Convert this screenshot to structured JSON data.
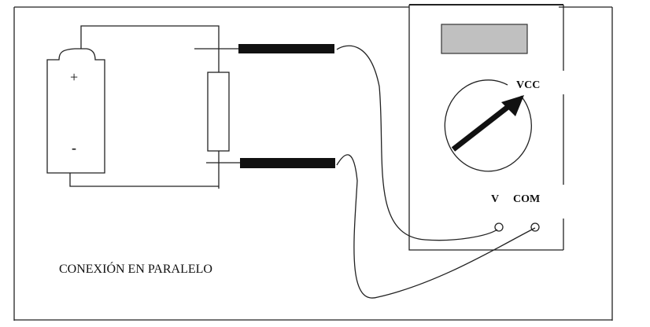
{
  "diagram": {
    "caption": "CONEXIÓN EN PARALELO",
    "battery": {
      "positive_label": "+",
      "negative_label": "-"
    },
    "multimeter": {
      "mode_label": "VCC",
      "terminal_v_label": "V",
      "terminal_com_label": "COM",
      "display_color": "#c0c0c0"
    }
  }
}
